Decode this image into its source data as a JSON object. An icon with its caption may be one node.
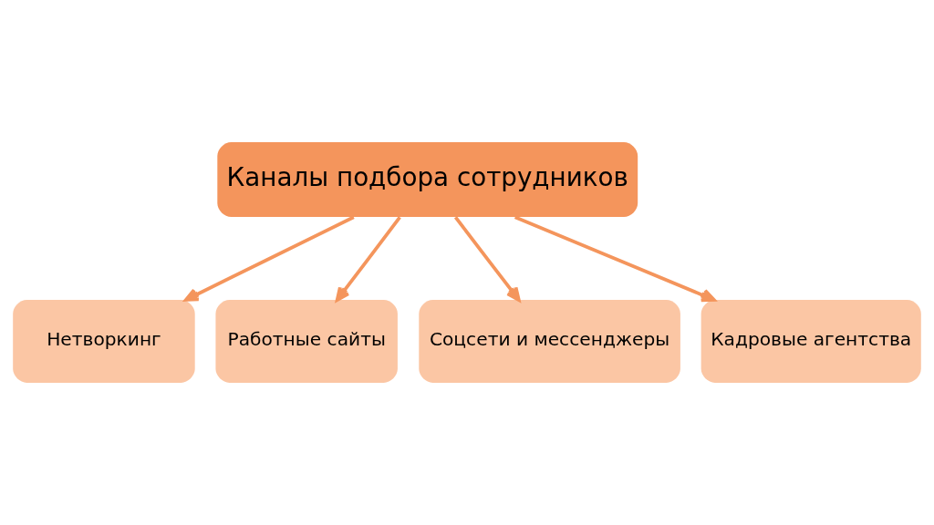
{
  "diagram": {
    "nodes": [
      {
        "text": [
          "Каналы подбора сотрудников"
        ]
      },
      {
        "text": [
          "Нетворкинг"
        ]
      },
      {
        "text": [
          "Работные сайты"
        ]
      },
      {
        "text": [
          "Соцсети и мессенджеры"
        ]
      },
      {
        "text": [
          "Кадровые агентства"
        ]
      }
    ],
    "edges": [
      {
        "from": 0,
        "to": 1,
        "arrow": "to"
      },
      {
        "from": 0,
        "to": 2,
        "arrow": "to"
      },
      {
        "from": 0,
        "to": 3,
        "arrow": "to"
      },
      {
        "from": 0,
        "to": 4,
        "arrow": "to"
      }
    ]
  }
}
